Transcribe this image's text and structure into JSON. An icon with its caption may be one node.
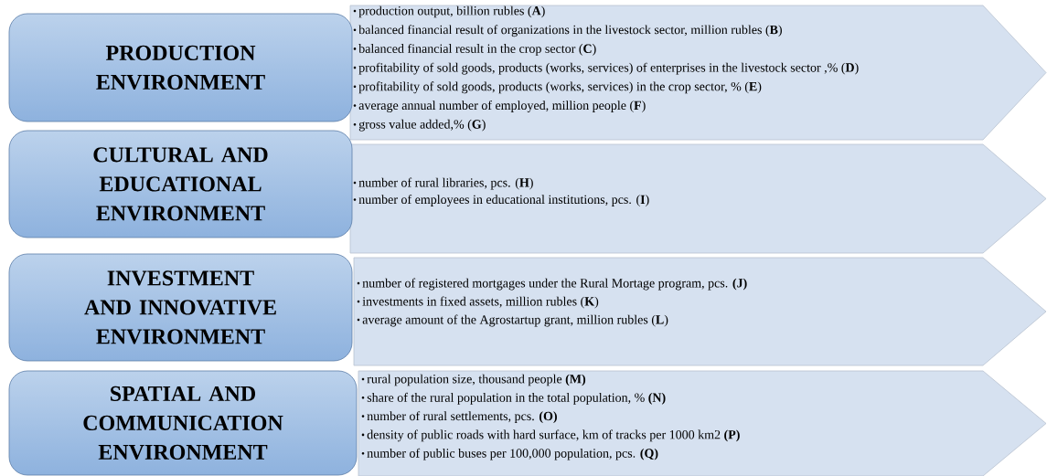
{
  "diagram": {
    "nodes": [
      {
        "text": [
          "PRODUCTION ENVIRONMENT"
        ]
      },
      {
        "text": [
          "production output, billion rubles (**A**)",
          "balanced financial result of organizations in  the livestock sector,  million rubles (**B**)",
          "balanced financial result in the crop sector (**C**)",
          "profitability of sold goods, products (works, services) of enterprises in the livestock sector ,% (**D**)",
          "profitability of sold goods, products (works, services) in the crop sector, % (**E**)",
          "average annual number of employed, million people (**F**)",
          "gross value added,% (**G**)"
        ]
      },
      {
        "text": [
          "CULTURAL AND EDUCATIONAL ENVIRONMENT"
        ]
      },
      {
        "text": [
          "number of rural libraries, pcs. (**H**)",
          "number of employees in educational institutions, pcs. (**I**)"
        ]
      },
      {
        "text": [
          "INVESTMENT AND INNOVATIVE ENVIRONMENT"
        ]
      },
      {
        "text": [
          "number of registered mortgages under the Rural Mortage program, pcs. **(J)**",
          "investments in fixed assets, million rubles (**K**)",
          "average amount of the Agrostartup grant, million rubles (**L**)"
        ]
      },
      {
        "text": [
          "SPATIAL AND COMMUNICATION ENVIRONMENT"
        ]
      },
      {
        "text": [
          "rural population size, thousand people **(M)**",
          "share of the rural population in the total population, % **(N)**",
          "number of rural settlements, pcs. **(O)**",
          "density of public roads with hard surface, km of tracks per 1000 km2 **(P)**",
          "number of public buses per 100,000 population, pcs. **(Q)**"
        ]
      }
    ]
  }
}
